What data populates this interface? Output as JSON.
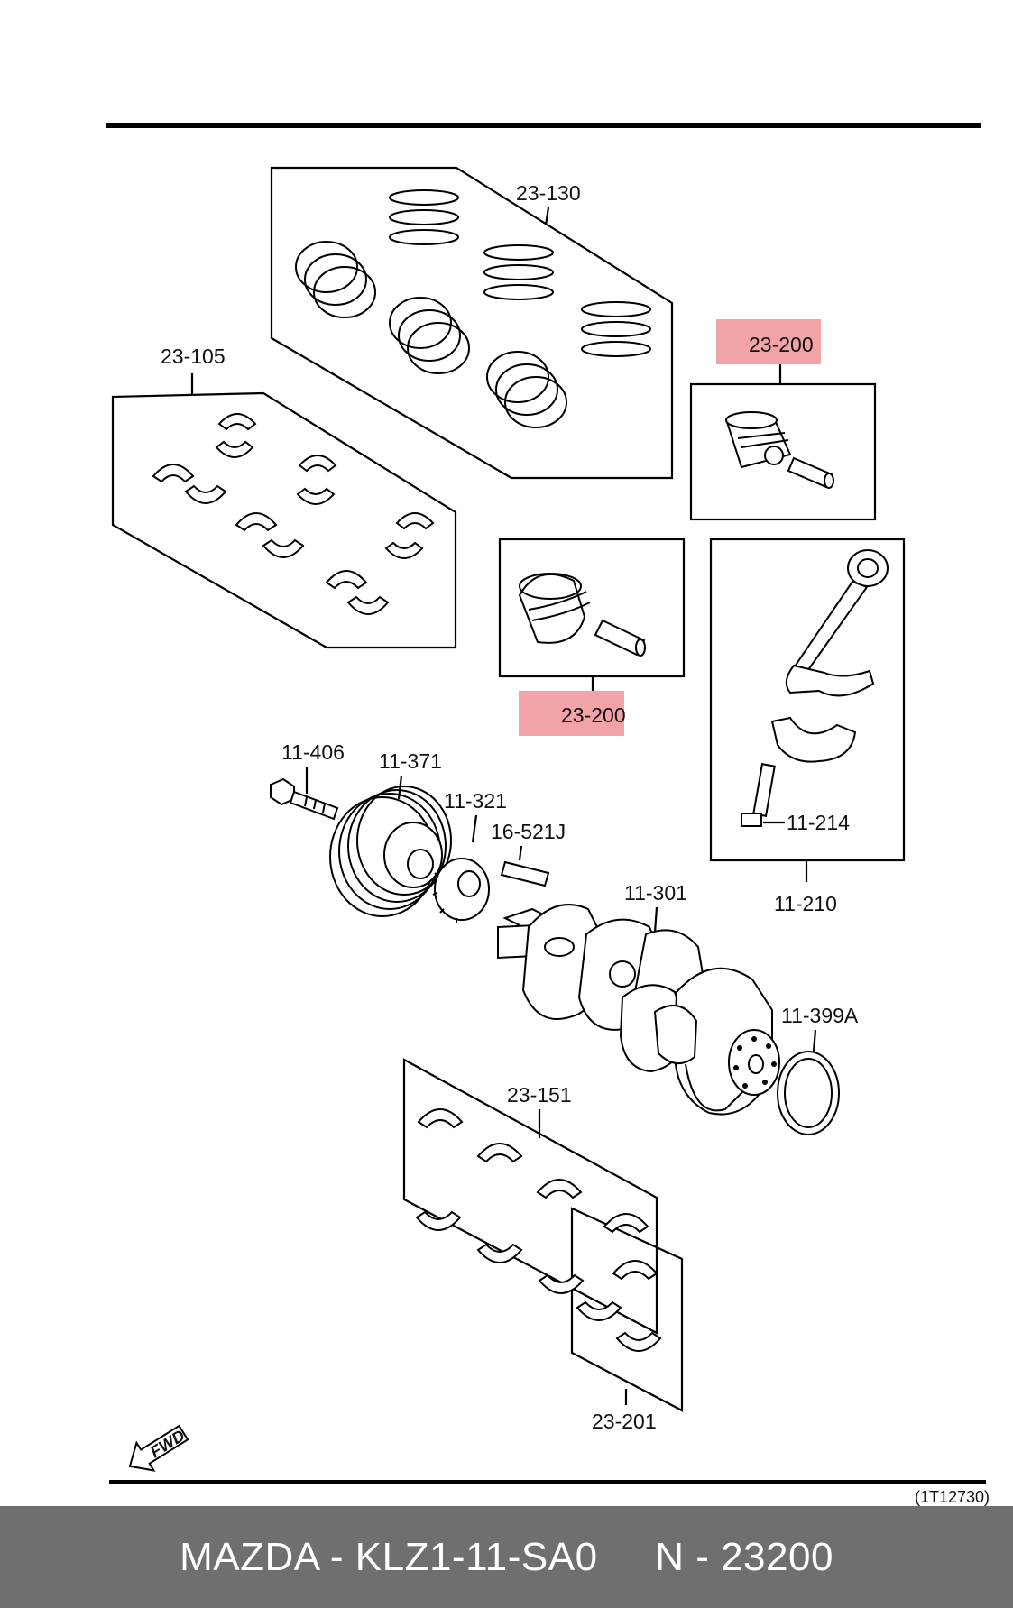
{
  "labels": {
    "p23_130": "23-130",
    "p23_105": "23-105",
    "p23_200_top": "23-200",
    "p23_200_mid": "23-200",
    "p11_406": "11-406",
    "p11_371": "11-371",
    "p11_321": "11-321",
    "p16_521j": "16-521J",
    "p11_301": "11-301",
    "p11_214": "11-214",
    "p11_210": "11-210",
    "p11_399a": "11-399A",
    "p23_151": "23-151",
    "p23_201": "23-201",
    "fwd": "FWD",
    "ref_code": "(1T12730)"
  },
  "highlight_color": "#f2a3a8",
  "footer": {
    "text": "MAZDA - KLZ1-11-SA0     N - 23200"
  }
}
